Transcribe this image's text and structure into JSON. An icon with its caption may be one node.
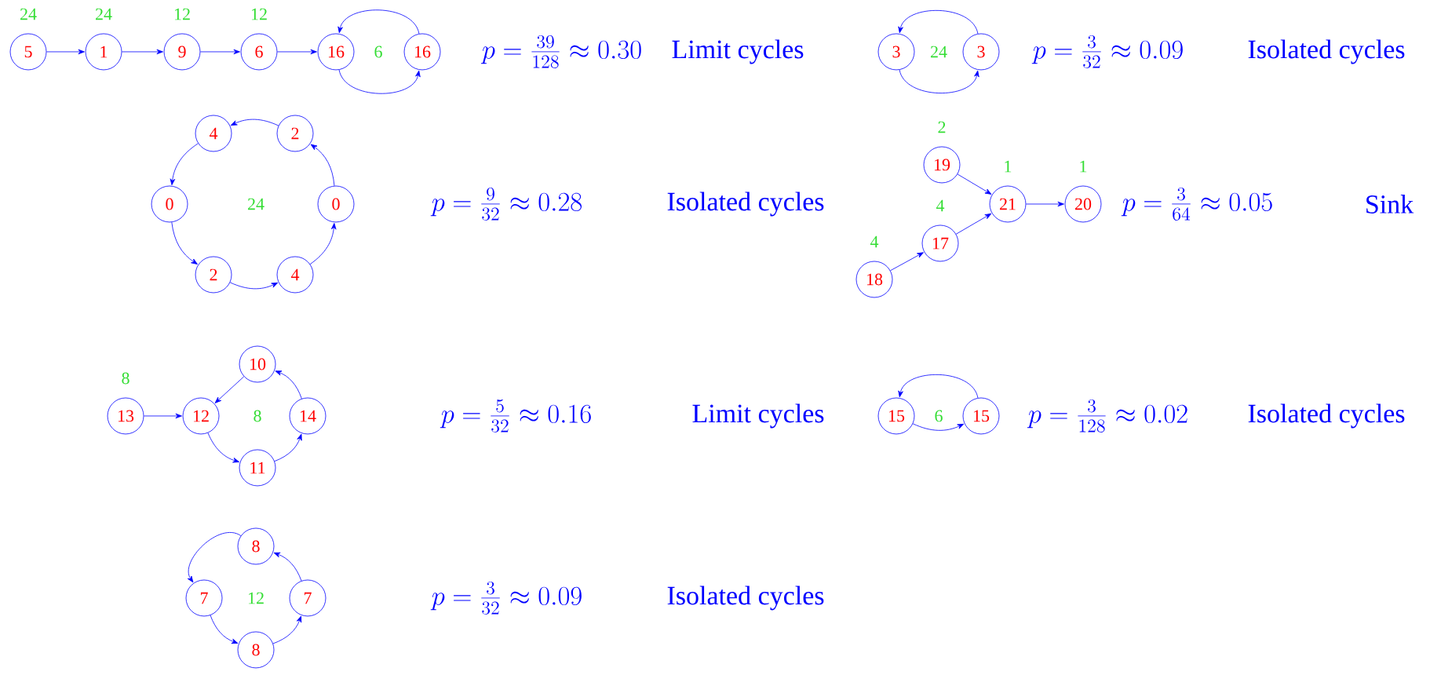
{
  "diagram": {
    "nodes": [
      {
        "text": [
          "5"
        ],
        "beside": [
          "24"
        ]
      },
      {
        "text": [
          "1"
        ],
        "beside": [
          "24"
        ]
      },
      {
        "text": [
          "9"
        ],
        "beside": [
          "12"
        ]
      },
      {
        "text": [
          "6"
        ],
        "beside": [
          "12"
        ]
      },
      {
        "text": [
          "16"
        ]
      },
      {
        "text": [
          "16"
        ]
      },
      {
        "text": [
          "3"
        ]
      },
      {
        "text": [
          "3"
        ]
      },
      {
        "text": [
          "4"
        ]
      },
      {
        "text": [
          "2"
        ]
      },
      {
        "text": [
          "0"
        ]
      },
      {
        "text": [
          "0"
        ]
      },
      {
        "text": [
          "2"
        ]
      },
      {
        "text": [
          "4"
        ]
      },
      {
        "text": [
          "19"
        ],
        "beside": [
          "2"
        ]
      },
      {
        "text": [
          "21"
        ],
        "beside": [
          "1"
        ]
      },
      {
        "text": [
          "20"
        ],
        "beside": [
          "1"
        ]
      },
      {
        "text": [
          "17"
        ],
        "beside": [
          "4"
        ]
      },
      {
        "text": [
          "18"
        ],
        "beside": [
          "4"
        ]
      },
      {
        "text": [
          "13"
        ],
        "beside": [
          "8"
        ]
      },
      {
        "text": [
          "10"
        ]
      },
      {
        "text": [
          "12"
        ]
      },
      {
        "text": [
          "14"
        ]
      },
      {
        "text": [
          "11"
        ]
      },
      {
        "text": [
          "15"
        ]
      },
      {
        "text": [
          "15"
        ]
      },
      {
        "text": [
          "8"
        ]
      },
      {
        "text": [
          "7"
        ]
      },
      {
        "text": [
          "7"
        ]
      },
      {
        "text": [
          "8"
        ]
      }
    ],
    "edges": [
      {
        "from": 0,
        "to": 1,
        "arrow": "to"
      },
      {
        "from": 1,
        "to": 2,
        "arrow": "to"
      },
      {
        "from": 2,
        "to": 3,
        "arrow": "to"
      },
      {
        "from": 3,
        "to": 4,
        "arrow": "to"
      },
      {
        "from": 4,
        "to": 5,
        "arrow": "to"
      },
      {
        "from": 5,
        "to": 4,
        "arrow": "to"
      },
      {
        "from": 6,
        "to": 7,
        "arrow": "to"
      },
      {
        "from": 7,
        "to": 6,
        "arrow": "to"
      },
      {
        "from": 9,
        "to": 8,
        "arrow": "to"
      },
      {
        "from": 8,
        "to": 10,
        "arrow": "to"
      },
      {
        "from": 10,
        "to": 12,
        "arrow": "to"
      },
      {
        "from": 12,
        "to": 13,
        "arrow": "to"
      },
      {
        "from": 13,
        "to": 11,
        "arrow": "to"
      },
      {
        "from": 11,
        "to": 9,
        "arrow": "to"
      },
      {
        "from": 14,
        "to": 15,
        "arrow": "to"
      },
      {
        "from": 17,
        "to": 15,
        "arrow": "to"
      },
      {
        "from": 18,
        "to": 17,
        "arrow": "to"
      },
      {
        "from": 15,
        "to": 16,
        "arrow": "to"
      },
      {
        "from": 19,
        "to": 21,
        "arrow": "to"
      },
      {
        "from": 20,
        "to": 21,
        "arrow": "to"
      },
      {
        "from": 21,
        "to": 23,
        "arrow": "to"
      },
      {
        "from": 23,
        "to": 22,
        "arrow": "to"
      },
      {
        "from": 22,
        "to": 20,
        "arrow": "to"
      },
      {
        "from": 24,
        "to": 25,
        "arrow": "to"
      },
      {
        "from": 25,
        "to": 24,
        "arrow": "to"
      },
      {
        "from": 26,
        "to": 27,
        "arrow": "to"
      },
      {
        "from": 27,
        "to": 29,
        "arrow": "to"
      },
      {
        "from": 29,
        "to": 28,
        "arrow": "to"
      },
      {
        "from": 28,
        "to": 26,
        "arrow": "to"
      }
    ],
    "labels": [
      "6",
      "p = \\frac{39}{128} \\approx 0.30",
      "Limit cycles",
      "24",
      "p = \\frac{3}{32} \\approx 0.09",
      "Isolated cycles",
      "24",
      "p = \\frac{9}{32} \\approx 0.28",
      "Isolated cycles",
      "p = \\frac{3}{64} \\approx 0.05",
      "Sink",
      "8",
      "p = \\frac{5}{32} \\approx 0.16",
      "Limit cycles",
      "6",
      "p = \\frac{3}{128} \\approx 0.02",
      "Isolated cycles",
      "12",
      "p = \\frac{3}{32} \\approx 0.09",
      "Isolated cycles"
    ]
  }
}
